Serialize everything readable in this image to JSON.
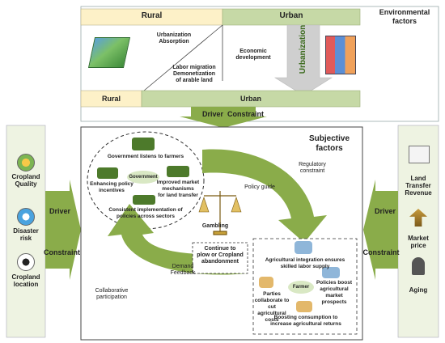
{
  "env": {
    "title_line1": "Environmental",
    "title_line2": "factors",
    "top_rural": "Rural",
    "top_urban": "Urban",
    "urbanization_absorption_line1": "Urbanization",
    "urbanization_absorption_line2": "Absorption",
    "economic_development_line1": "Economic",
    "economic_development_line2": "development",
    "labor_line1": "Labor migration",
    "labor_line2": "Demonetization",
    "labor_line3": "of arable land",
    "urbanization_arrow": "Urbanization",
    "bottom_rural": "Rural",
    "bottom_urban": "Urban",
    "driver": "Driver",
    "constraint": "Constraint"
  },
  "left_panel": {
    "items": [
      {
        "line1": "Cropland",
        "line2": "Quality",
        "icon": "sun-field-icon"
      },
      {
        "line1": "Disaster",
        "line2": "risk",
        "icon": "flood-house-icon"
      },
      {
        "line1": "Cropland",
        "line2": "location",
        "icon": "tree-location-icon"
      }
    ],
    "driver": "Driver",
    "constraint": "Constraint"
  },
  "right_panel": {
    "items": [
      {
        "line1": "Land",
        "line2": "Transfer",
        "line3": "Revenue",
        "icon": "document-chart-icon"
      },
      {
        "line1": "Market",
        "line2": "price",
        "line3": "",
        "icon": "price-arrow-icon"
      },
      {
        "line1": "Aging",
        "line2": "",
        "line3": "",
        "icon": "elderly-icon"
      }
    ],
    "driver": "Driver",
    "constraint": "Constraint"
  },
  "center": {
    "title_line1": "Subjective",
    "title_line2": "factors",
    "regulatory_line1": "Regulatory",
    "regulatory_line2": "constraint",
    "policy_guide": "Policy guide",
    "gambling": "Gambling",
    "continue_line1": "Continue to",
    "continue_line2": "plow or Cropland",
    "continue_line3": "abandonment",
    "demand_line1": "Demand",
    "demand_line2": "Feedback",
    "collab_line1": "Collaborative",
    "collab_line2": "participation"
  },
  "government": {
    "center": "Government",
    "listens": "Government listens to farmers",
    "enhancing_line1": "Enhancing policy",
    "enhancing_line2": "incentives",
    "market_line1": "Improved market",
    "market_line2": "mechanisms",
    "market_line3": "for land transfer",
    "consistent_line1": "Consistent implementation of",
    "consistent_line2": "policies across sectors"
  },
  "farmer": {
    "center": "Farmer",
    "integration_line1": "Agricultural integration ensures",
    "integration_line2": "skilled labor supply",
    "parties_line1": "Parties",
    "parties_line2": "collaborate to",
    "parties_line3": "cut agricultural",
    "parties_line4": "costs",
    "boost_line1": "Policies boost",
    "boost_line2": "agricultural market",
    "boost_line3": "prospects",
    "consumption_line1": "Boosting consumption to",
    "consumption_line2": "increase agricultural returns"
  },
  "colors": {
    "rural_fill": "#fdf1c8",
    "urban_fill": "#c6d9a6",
    "green_arrow": "#8aac4a",
    "panel_fill": "#eef3e2",
    "grey_arrow": "#cfcfcf"
  }
}
